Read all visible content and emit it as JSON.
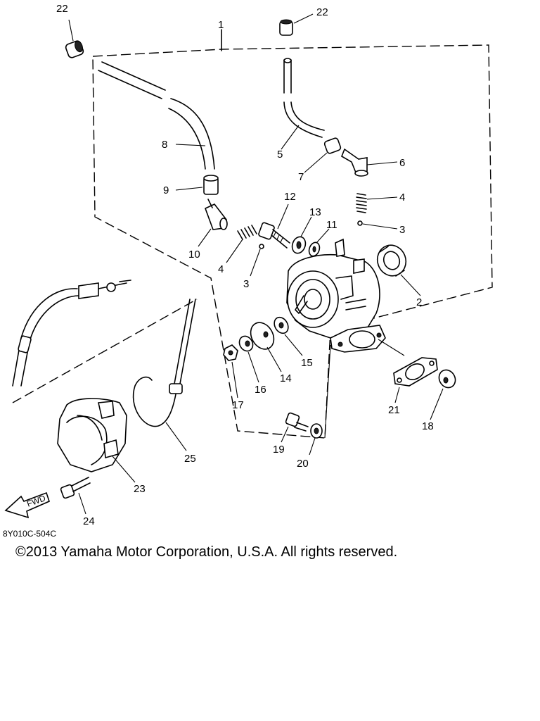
{
  "diagram": {
    "callouts": [
      "1",
      "2",
      "3",
      "3",
      "4",
      "4",
      "5",
      "6",
      "7",
      "8",
      "9",
      "10",
      "11",
      "12",
      "13",
      "14",
      "15",
      "16",
      "17",
      "18",
      "19",
      "20",
      "21",
      "22",
      "22",
      "23",
      "24",
      "25"
    ],
    "reference_code": "8Y010C-504C",
    "direction_label": "FWD"
  },
  "footer": {
    "copyright": "©2013 Yamaha Motor Corporation, U.S.A. All rights reserved."
  }
}
